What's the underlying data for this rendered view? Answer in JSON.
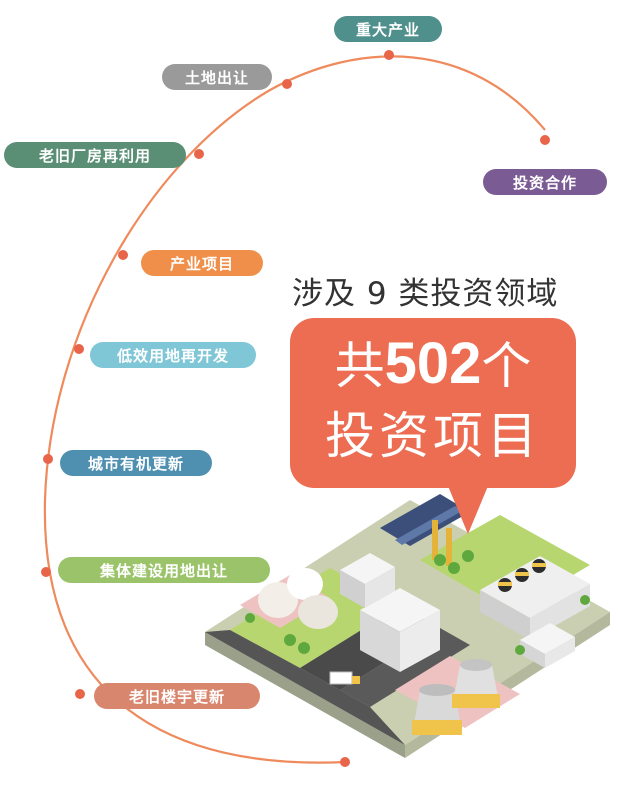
{
  "headline": "涉及 9 类投资领域",
  "bubble": {
    "prefix": "共",
    "count": "502",
    "suffix": "个",
    "line2": "投资项目"
  },
  "categories": [
    {
      "label": "重大产业",
      "color": "#4f8f8c"
    },
    {
      "label": "土地出让",
      "color": "#9a9a9a"
    },
    {
      "label": "老旧厂房再利用",
      "color": "#5a8f75"
    },
    {
      "label": "投资合作",
      "color": "#7a5b93"
    },
    {
      "label": "产业项目",
      "color": "#ef8f4a"
    },
    {
      "label": "低效用地再开发",
      "color": "#7fc7d6"
    },
    {
      "label": "城市有机更新",
      "color": "#4f8fb0"
    },
    {
      "label": "集体建设用地出让",
      "color": "#9ac36a"
    },
    {
      "label": "老旧楼宇更新",
      "color": "#d9866f"
    }
  ],
  "colors": {
    "curve": "#ef8a5c",
    "bubble": "#ec6d52"
  }
}
